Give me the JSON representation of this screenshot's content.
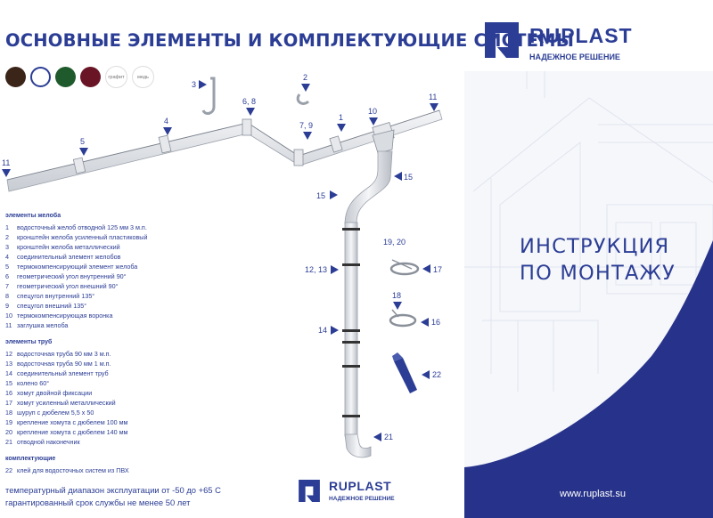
{
  "header": {
    "title": "ОСНОВНЫЕ ЭЛЕМЕНТЫ И КОМПЛЕКТУЮЩИЕ СИСТЕМЫ"
  },
  "colors": {
    "accent": "#2b3d95",
    "swatches": [
      "#3b2418",
      "#ffffff",
      "#1e5a2c",
      "#6a1526"
    ],
    "swatch_labels": [
      "графит",
      "медь"
    ]
  },
  "brand": {
    "name": "RUPLAST",
    "slogan": "НАДЕЖНОЕ РЕШЕНИЕ"
  },
  "cover": {
    "title_line1": "ИНСТРУКЦИЯ",
    "title_line2": "ПО  МОНТАЖУ",
    "url": "www.ruplast.su"
  },
  "callouts": [
    "11",
    "5",
    "4",
    "3",
    "6, 8",
    "2",
    "7, 9",
    "1",
    "10",
    "11",
    "15",
    "15",
    "12, 13",
    "14",
    "21",
    "19, 20",
    "17",
    "18",
    "16",
    "22"
  ],
  "sections": {
    "gutter": {
      "title": "элементы желоба",
      "items": [
        {
          "n": "1",
          "text": "водосточный желоб отводной 125 мм 3 м.п."
        },
        {
          "n": "2",
          "text": "кронштейн желоба усиленный пластиковый"
        },
        {
          "n": "3",
          "text": "кронштейн желоба металлический"
        },
        {
          "n": "4",
          "text": "соединительный элемент желобов"
        },
        {
          "n": "5",
          "text": "термокомпенсирующий элемент желоба"
        },
        {
          "n": "6",
          "text": "геометрический угол внутренний 90°"
        },
        {
          "n": "7",
          "text": "геометрический угол внешний 90°"
        },
        {
          "n": "8",
          "text": "спецугол внутренний 135°"
        },
        {
          "n": "9",
          "text": "спецугол внешний 135°"
        },
        {
          "n": "10",
          "text": "термокомпенсирующая воронка"
        },
        {
          "n": "11",
          "text": "заглушка желоба"
        }
      ]
    },
    "pipe": {
      "title": "элементы труб",
      "items": [
        {
          "n": "12",
          "text": "водосточная труба 90 мм 3 м.п."
        },
        {
          "n": "13",
          "text": "водосточная труба 90 мм 1 м.п."
        },
        {
          "n": "14",
          "text": "соединительный элемент труб"
        },
        {
          "n": "15",
          "text": "колено 60°"
        },
        {
          "n": "16",
          "text": "хомут двойной фиксации"
        },
        {
          "n": "17",
          "text": "хомут усиленный металлический"
        },
        {
          "n": "18",
          "text": "шуруп с дюбелем 5,5 х 50"
        },
        {
          "n": "19",
          "text": "крепление хомута с дюбелем 100 мм"
        },
        {
          "n": "20",
          "text": "крепление хомута с дюбелем 140 мм"
        },
        {
          "n": "21",
          "text": "отводной наконечник"
        }
      ]
    },
    "extras": {
      "title": "комплектующие",
      "items": [
        {
          "n": "22",
          "text": "клей для водосточных систем из ПВХ"
        }
      ]
    }
  },
  "footer": {
    "temperature": "температурный диапазон эксплуатации от -50 до +65 С",
    "warranty": "гарантированный срок службы не менее 50 лет"
  }
}
